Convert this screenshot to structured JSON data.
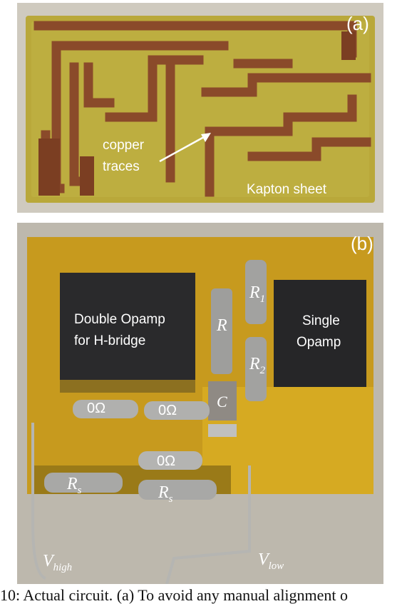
{
  "panel_a": {
    "tag": "(a)",
    "label_copper_line1": "copper",
    "label_copper_line2": "traces",
    "label_kapton": "Kapton sheet"
  },
  "panel_b": {
    "tag": "(b)",
    "label_double_opamp_line1": "Double Opamp",
    "label_double_opamp_line2": "for H-bridge",
    "label_single_opamp_line1": "Single",
    "label_single_opamp_line2": "Opamp",
    "label_r": "R",
    "label_r1_main": "R",
    "label_r1_sub": "1",
    "label_r2_main": "R",
    "label_r2_sub": "2",
    "label_c": "C",
    "label_zero_ohm": "0Ω",
    "label_rs_main": "R",
    "label_rs_sub": "s",
    "label_vhigh_main": "V",
    "label_vhigh_sub": "high",
    "label_vlow_main": "V",
    "label_vlow_sub": "low"
  },
  "caption": {
    "text": "10: Actual circuit. (a) To avoid any manual alignment o"
  },
  "colors": {
    "kapton": "#b9a83a",
    "copper": "#8a4a2a",
    "chip": "#2a2a2c",
    "foil": "#c79a1e",
    "solder": "#b8b8b6"
  }
}
